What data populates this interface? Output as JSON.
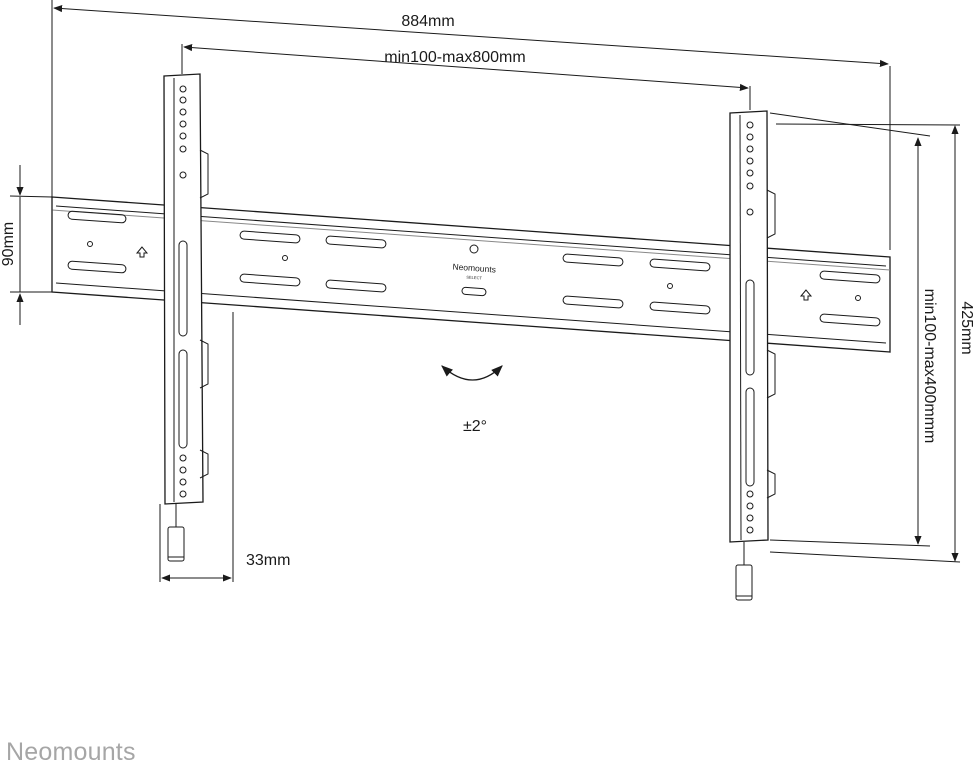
{
  "diagram": {
    "dimensions": {
      "overall_width": "884mm",
      "vesa_horizontal": "min100-max800mm",
      "rail_height": "90mm",
      "overall_height": "425mm",
      "vesa_vertical": "min100-max400mmm",
      "depth": "33mm",
      "tilt": "±2°"
    },
    "rail_logo": "Neomounts",
    "rail_logo_sub": "SELECT"
  },
  "footer": {
    "brand": "Neomounts"
  },
  "colors": {
    "line": "#1a1a1a",
    "brand_gray": "#a6a6a6"
  }
}
